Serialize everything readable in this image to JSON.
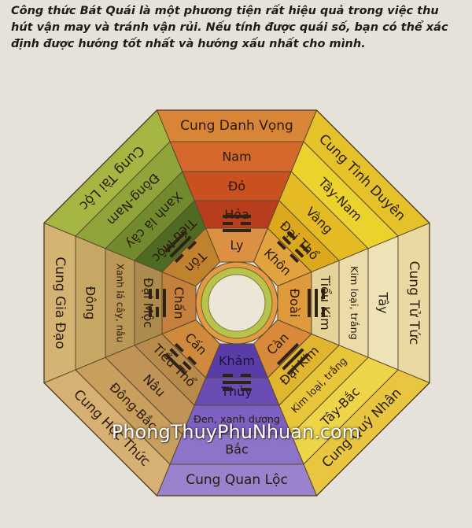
{
  "intro_text": "Công thức Bát Quái là một phương tiện rất hiệu quả trong việc thu hút vận may và tránh vận rủi. Nếu tính được quái số, bạn có thể xác định được hướng tốt nhất và hướng xấu nhất cho mình.",
  "watermark": "PhongThuyPhuNhuan.com",
  "sectors": [
    {
      "id": "south",
      "aspiration": "Cung Danh Vọng",
      "direction": "Nam",
      "color": "Đỏ",
      "element": "Hỏa",
      "trigram": "Ly",
      "lines": [
        1,
        0,
        1
      ],
      "palette": [
        "#d88538",
        "#d5682b",
        "#c9501f",
        "#b73d1d",
        "#db9044"
      ]
    },
    {
      "id": "southwest",
      "aspiration": "Cung Tình Duyên",
      "direction": "Tây-Nam",
      "color": "Vàng",
      "element": "Đại Thổ",
      "trigram": "Khôn",
      "lines": [
        0,
        0,
        0
      ],
      "palette": [
        "#e6c22a",
        "#ecd22c",
        "#e4bb23",
        "#dca91c",
        "#e2a23e"
      ]
    },
    {
      "id": "west",
      "aspiration": "Cung Tử Tức",
      "direction": "Tây",
      "color": "Kim loại, trắng",
      "element": "Tiểu Kim",
      "trigram": "Đoài",
      "lines": [
        0,
        1,
        1
      ],
      "palette": [
        "#ead9a3",
        "#eee3b6",
        "#ebdcaa",
        "#e6d39a",
        "#e09a3e"
      ]
    },
    {
      "id": "northwest",
      "aspiration": "Cung Quý Nhân",
      "direction": "Tây-Bắc",
      "color": "Kim loại, trắng",
      "element": "Đại Kim",
      "trigram": "Càn",
      "lines": [
        1,
        1,
        1
      ],
      "palette": [
        "#e8c640",
        "#edd448",
        "#e8c63a",
        "#e1b530",
        "#d9893a"
      ]
    },
    {
      "id": "north",
      "aspiration": "Cung Quan Lộc",
      "direction": "Bắc",
      "color": "Đen, xanh dương",
      "element": "Thủy",
      "trigram": "Khảm",
      "lines": [
        0,
        1,
        0
      ],
      "palette": [
        "#9a82cd",
        "#8e74c8",
        "#7e60c0",
        "#6a4cb2",
        "#5a3ca8"
      ]
    },
    {
      "id": "northeast",
      "aspiration": "Cung Học Thức",
      "direction": "Đông-Bắc",
      "color": "Nâu",
      "element": "Tiểu Thổ",
      "trigram": "Cấn",
      "lines": [
        1,
        0,
        0
      ],
      "palette": [
        "#d7b173",
        "#c99f5e",
        "#c09356",
        "#b88a4c",
        "#cf8a3e"
      ]
    },
    {
      "id": "east",
      "aspiration": "Cung Gia Đạo",
      "direction": "Đông",
      "color": "Xanh lá cây, nâu",
      "element": "Đại Mộc",
      "trigram": "Chấn",
      "lines": [
        0,
        0,
        1
      ],
      "palette": [
        "#d3b472",
        "#c7a764",
        "#bb9858",
        "#ad8a4e",
        "#c4803c"
      ]
    },
    {
      "id": "southeast",
      "aspiration": "Cung Tài Lộc",
      "direction": "Đông-Nam",
      "color": "Xanh lá cây",
      "element": "Tiểu Mộc",
      "trigram": "Tốn",
      "lines": [
        1,
        1,
        0
      ],
      "palette": [
        "#a6b642",
        "#8fa43a",
        "#718a2e",
        "#4f6a22",
        "#c0822f"
      ]
    }
  ]
}
